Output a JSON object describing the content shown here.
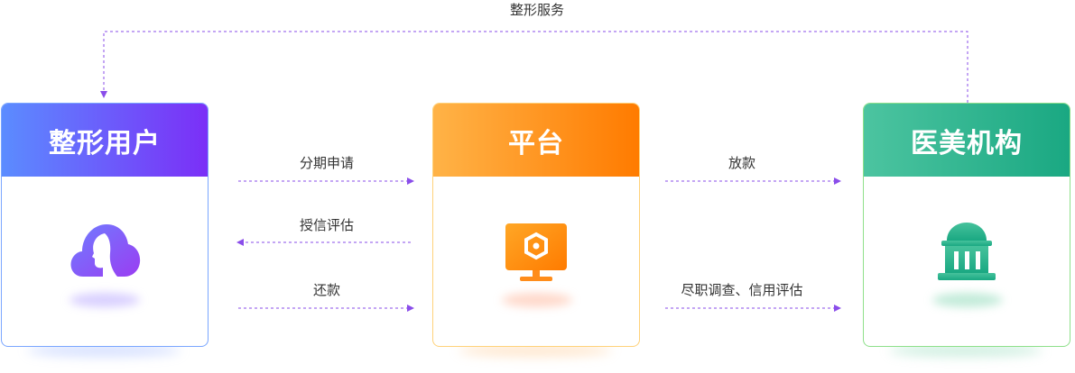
{
  "top_label": "整形服务",
  "nodes": {
    "user": {
      "title": "整形用户",
      "icon": "face-cloud-icon"
    },
    "platform": {
      "title": "平台",
      "icon": "monitor-icon"
    },
    "institution": {
      "title": "医美机构",
      "icon": "institution-building-icon"
    }
  },
  "flows_left": [
    {
      "label": "分期申请",
      "direction": "right"
    },
    {
      "label": "授信评估",
      "direction": "left"
    },
    {
      "label": "还款",
      "direction": "right"
    }
  ],
  "flows_right": [
    {
      "label": "放款",
      "direction": "right"
    },
    {
      "label": "尽职调查、信用评估",
      "direction": "right"
    }
  ],
  "colors": {
    "user_gradient": [
      "#5b8cff",
      "#7b2ff7"
    ],
    "platform_gradient": [
      "#ffb347",
      "#ff7b00"
    ],
    "institution_gradient": [
      "#4cc4a0",
      "#1aa882"
    ],
    "arrow": "#8a4dea"
  }
}
